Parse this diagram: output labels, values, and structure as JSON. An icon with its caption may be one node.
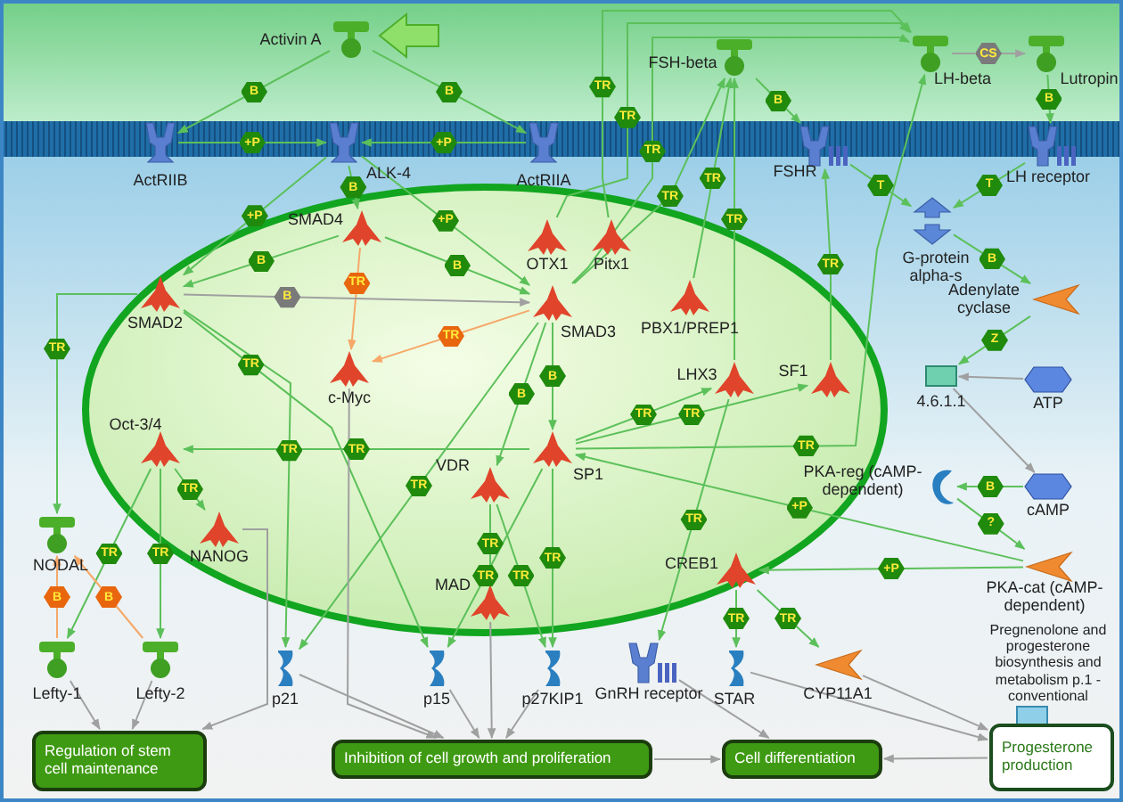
{
  "diagram": {
    "nodes": [
      {
        "text": [
          "Activin A"
        ]
      },
      {
        "text": [
          "ActRIIB"
        ]
      },
      {
        "text": [
          "ALK-4"
        ]
      },
      {
        "text": [
          "ActRIIA"
        ]
      },
      {
        "text": [
          "FSH-beta"
        ]
      },
      {
        "text": [
          "LH-beta"
        ]
      },
      {
        "text": [
          "Lutropin"
        ]
      },
      {
        "text": [
          "FSHR"
        ]
      },
      {
        "text": [
          "LH receptor"
        ]
      },
      {
        "text": [
          "G-protein alpha-s"
        ]
      },
      {
        "text": [
          "SMAD4"
        ]
      },
      {
        "text": [
          "OTX1"
        ]
      },
      {
        "text": [
          "Pitx1"
        ]
      },
      {
        "text": [
          "SMAD2"
        ]
      },
      {
        "text": [
          "c-Myc"
        ]
      },
      {
        "text": [
          "SMAD3"
        ]
      },
      {
        "text": [
          "PBX1/PREP1"
        ]
      },
      {
        "text": [
          "LHX3"
        ]
      },
      {
        "text": [
          "SF1"
        ]
      },
      {
        "text": [
          "Adenylate cyclase"
        ]
      },
      {
        "text": [
          "4.6.1.1"
        ]
      },
      {
        "text": [
          "ATP"
        ]
      },
      {
        "text": [
          "Oct-3/4"
        ]
      },
      {
        "text": [
          "SP1"
        ]
      },
      {
        "text": [
          "VDR"
        ]
      },
      {
        "text": [
          "NODAL"
        ]
      },
      {
        "text": [
          "NANOG"
        ]
      },
      {
        "text": [
          "PKA-reg (cAMP-dependent)"
        ]
      },
      {
        "text": [
          "cAMP"
        ]
      },
      {
        "text": [
          "MAD"
        ]
      },
      {
        "text": [
          "CREB1"
        ]
      },
      {
        "text": [
          "PKA-cat (cAMP-dependent)"
        ]
      },
      {
        "text": [
          "Lefty-1"
        ]
      },
      {
        "text": [
          "Lefty-2"
        ]
      },
      {
        "text": [
          "p21"
        ]
      },
      {
        "text": [
          "p15"
        ]
      },
      {
        "text": [
          "p27KIP1"
        ]
      },
      {
        "text": [
          "GnRH receptor"
        ]
      },
      {
        "text": [
          "STAR"
        ]
      },
      {
        "text": [
          "CYP11A1"
        ]
      },
      {
        "text": [
          "Pregnenolone and progesterone biosynthesis and metabolism p.1 - conventional"
        ]
      },
      {
        "text": [
          "Regulation of stem cell maintenance"
        ]
      },
      {
        "text": [
          "Inhibition of cell growth and proliferation"
        ]
      },
      {
        "text": [
          "Cell differentiation"
        ]
      },
      {
        "text": [
          "Progesterone production"
        ]
      }
    ],
    "edges": [
      {
        "from": 0,
        "to": 1,
        "arrow": "to",
        "label": "B"
      },
      {
        "from": 0,
        "to": 3,
        "arrow": "to",
        "label": "B"
      },
      {
        "from": 1,
        "to": 2,
        "arrow": "to",
        "label": "+P"
      },
      {
        "from": 3,
        "to": 2,
        "arrow": "to",
        "label": "+P"
      },
      {
        "from": 2,
        "to": 10,
        "arrow": "to",
        "label": "B"
      },
      {
        "from": 2,
        "to": 13,
        "arrow": "to",
        "label": "+P"
      },
      {
        "from": 2,
        "to": 15,
        "arrow": "to",
        "label": "+P"
      },
      {
        "from": 10,
        "to": 13,
        "arrow": "to",
        "label": "B"
      },
      {
        "from": 10,
        "to": 15,
        "arrow": "to",
        "label": "B"
      },
      {
        "from": 10,
        "to": 14,
        "arrow": "to",
        "label": "TR",
        "color": "#f5a868"
      },
      {
        "from": 13,
        "to": 15,
        "arrow": "to",
        "label": "B",
        "color": "#a0a0a0"
      },
      {
        "from": 15,
        "to": 14,
        "arrow": "to",
        "label": "TR",
        "color": "#f5a868"
      },
      {
        "from": 15,
        "to": 24,
        "arrow": "to",
        "label": "B"
      },
      {
        "from": 15,
        "to": 23,
        "arrow": "to",
        "label": "B"
      },
      {
        "from": 23,
        "to": 22,
        "arrow": "to",
        "label": "TR"
      },
      {
        "from": 13,
        "to": 25,
        "arrow": "to",
        "label": "TR"
      },
      {
        "from": 22,
        "to": 26,
        "arrow": "to",
        "label": "TR"
      },
      {
        "from": 22,
        "to": 32,
        "arrow": "to",
        "label": "TR"
      },
      {
        "from": 22,
        "to": 33,
        "arrow": "to",
        "label": "TR"
      },
      {
        "from": 13,
        "to": 34,
        "arrow": "to",
        "label": "TR"
      },
      {
        "from": 15,
        "to": 34,
        "arrow": "to",
        "label": "TR"
      },
      {
        "from": 13,
        "to": 35,
        "arrow": "to",
        "label": "TR"
      },
      {
        "from": 23,
        "to": 35,
        "arrow": "to",
        "label": "TR"
      },
      {
        "from": 23,
        "to": 36,
        "arrow": "to",
        "label": "TR"
      },
      {
        "from": 24,
        "to": 36,
        "arrow": "to",
        "label": "TR"
      },
      {
        "from": 24,
        "to": 29,
        "arrow": "to",
        "label": "TR"
      },
      {
        "from": 17,
        "to": 37,
        "arrow": "to",
        "label": "TR"
      },
      {
        "from": 23,
        "to": 17,
        "arrow": "to",
        "label": "TR"
      },
      {
        "from": 23,
        "to": 18,
        "arrow": "to",
        "label": "TR"
      },
      {
        "from": 23,
        "to": 5,
        "arrow": "to",
        "label": "TR"
      },
      {
        "from": 18,
        "to": 7,
        "arrow": "to",
        "label": "TR"
      },
      {
        "from": 12,
        "to": 5,
        "arrow": "to",
        "label": "TR"
      },
      {
        "from": 11,
        "to": 5,
        "arrow": "to",
        "label": "TR"
      },
      {
        "from": 15,
        "to": 5,
        "arrow": "to",
        "label": "TR"
      },
      {
        "from": 16,
        "to": 4,
        "arrow": "to",
        "label": "TR"
      },
      {
        "from": 15,
        "to": 4,
        "arrow": "to",
        "label": "TR"
      },
      {
        "from": 17,
        "to": 4,
        "arrow": "to",
        "label": "TR"
      },
      {
        "from": 4,
        "to": 7,
        "arrow": "to",
        "label": "B"
      },
      {
        "from": 5,
        "to": 6,
        "arrow": "to",
        "label": "CS",
        "color": "#a0a0a0"
      },
      {
        "from": 6,
        "to": 8,
        "arrow": "to",
        "label": "B"
      },
      {
        "from": 7,
        "to": 9,
        "arrow": "to",
        "label": "T"
      },
      {
        "from": 8,
        "to": 9,
        "arrow": "to",
        "label": "T"
      },
      {
        "from": 9,
        "to": 19,
        "arrow": "to",
        "label": "B"
      },
      {
        "from": 19,
        "to": 20,
        "arrow": "to",
        "label": "Z"
      },
      {
        "from": 21,
        "to": 20,
        "arrow": "to",
        "color": "#a0a0a0"
      },
      {
        "from": 20,
        "to": 28,
        "arrow": "to",
        "color": "#a0a0a0"
      },
      {
        "from": 28,
        "to": 27,
        "arrow": "to",
        "label": "B"
      },
      {
        "from": 27,
        "to": 31,
        "arrow": "to",
        "label": "?"
      },
      {
        "from": 31,
        "to": 23,
        "arrow": "to",
        "label": "+P"
      },
      {
        "from": 31,
        "to": 30,
        "arrow": "to",
        "label": "+P"
      },
      {
        "from": 30,
        "to": 38,
        "arrow": "to",
        "label": "TR"
      },
      {
        "from": 30,
        "to": 39,
        "arrow": "to",
        "label": "TR"
      },
      {
        "from": 32,
        "to": 25,
        "arrow": "to",
        "label": "B",
        "color": "#f5a868"
      },
      {
        "from": 33,
        "to": 25,
        "arrow": "to",
        "label": "B",
        "color": "#f5a868"
      },
      {
        "from": 32,
        "to": 41,
        "arrow": "to",
        "color": "#a0a0a0"
      },
      {
        "from": 33,
        "to": 41,
        "arrow": "to",
        "color": "#a0a0a0"
      },
      {
        "from": 26,
        "to": 41,
        "arrow": "to",
        "color": "#a0a0a0"
      },
      {
        "from": 34,
        "to": 42,
        "arrow": "to",
        "color": "#a0a0a0"
      },
      {
        "from": 35,
        "to": 42,
        "arrow": "to",
        "color": "#a0a0a0"
      },
      {
        "from": 29,
        "to": 42,
        "arrow": "to",
        "color": "#a0a0a0"
      },
      {
        "from": 36,
        "to": 42,
        "arrow": "to",
        "color": "#a0a0a0"
      },
      {
        "from": 14,
        "to": 42,
        "arrow": "to",
        "color": "#a0a0a0"
      },
      {
        "from": 37,
        "to": 43,
        "arrow": "to",
        "color": "#a0a0a0"
      },
      {
        "from": 42,
        "to": 43,
        "arrow": "to",
        "color": "#a0a0a0"
      },
      {
        "from": 44,
        "to": 43,
        "arrow": "to",
        "color": "#a0a0a0"
      },
      {
        "from": 38,
        "to": 44,
        "arrow": "to",
        "color": "#a0a0a0"
      },
      {
        "from": 39,
        "to": 44,
        "arrow": "to",
        "color": "#a0a0a0"
      }
    ]
  }
}
